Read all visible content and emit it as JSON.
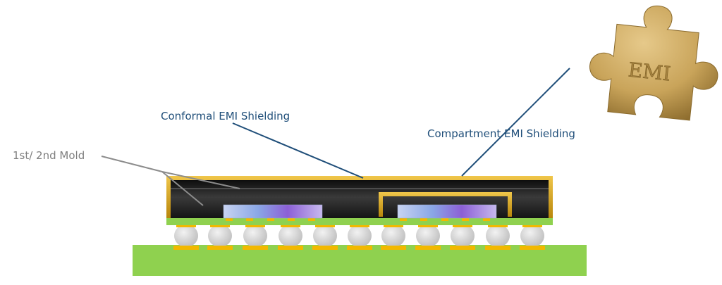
{
  "labels": {
    "mold": "1st/ 2nd Mold",
    "conformal": "Conformal EMI Shielding",
    "compartment": "Compartment EMI Shielding"
  },
  "puzzle_text": "EMI",
  "colors": {
    "label_blue": "#1f4e79",
    "label_gray": "#7f7f7f",
    "leader_blue": "#1f4e79",
    "leader_gray": "#8c8c8c",
    "pcb_green": "#8fd14f",
    "shield_gold": "#d9a520",
    "mold_dark": "#1e1e1e",
    "solder_ball": "#d9d9d9",
    "pad_yellow": "#f2b800",
    "puzzle_brass": "#c9a45a"
  }
}
